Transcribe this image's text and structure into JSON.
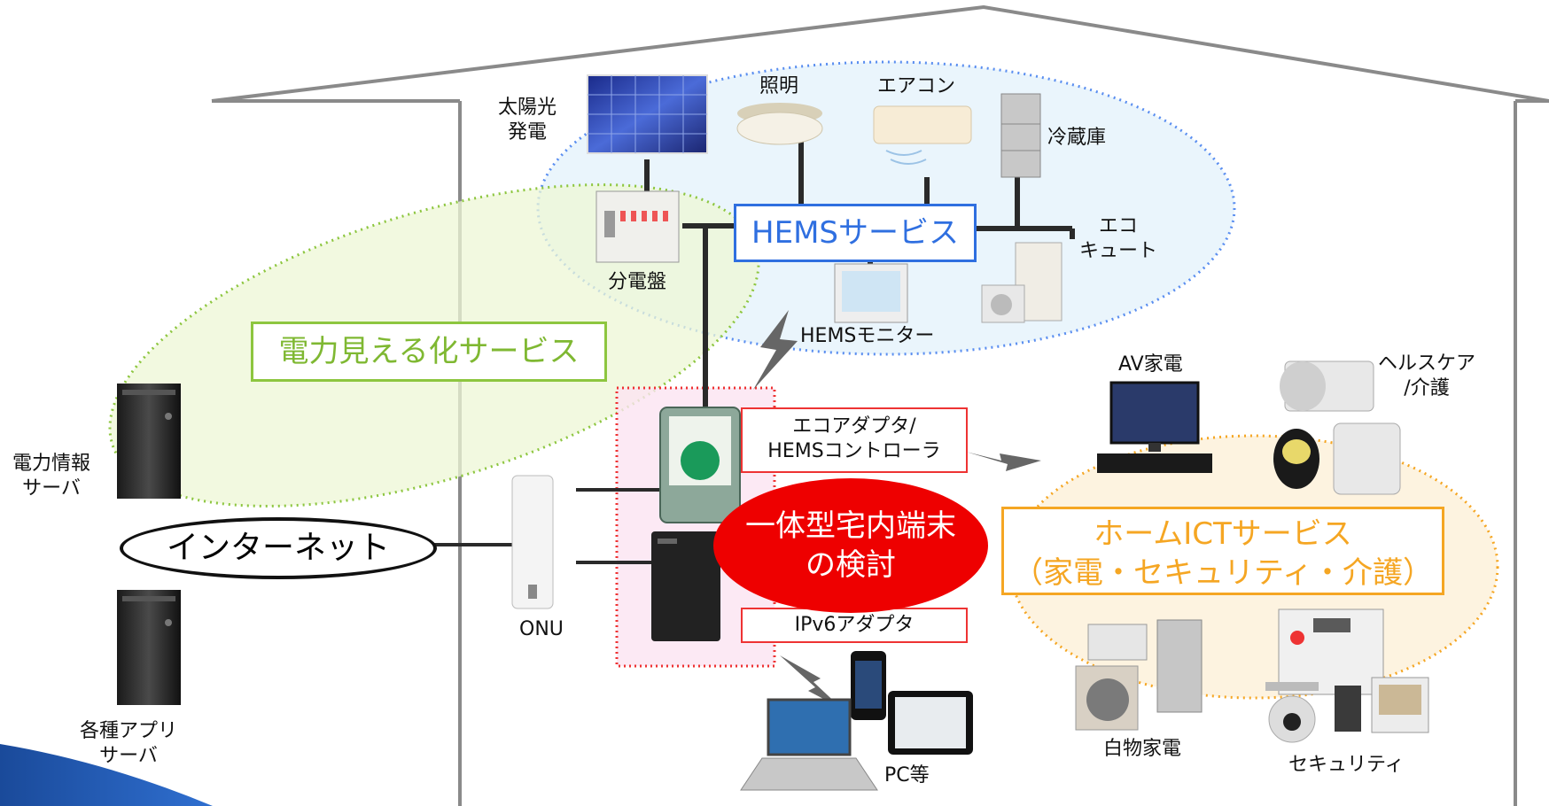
{
  "labels": {
    "solar": "太陽光\n発電",
    "lighting": "照明",
    "aircon": "エアコン",
    "fridge": "冷蔵庫",
    "ecocute": "エコ\nキュート",
    "panel": "分電盤",
    "hems_monitor": "HEMSモニター",
    "av": "AV家電",
    "healthcare": "ヘルスケア\n/介護",
    "power_server": "電力情報\nサーバ",
    "app_server": "各種アプリ\nサーバ",
    "onu": "ONU",
    "pc": "PC等",
    "white_goods": "白物家電",
    "security": "セキュリティ"
  },
  "boxes": {
    "hems_service": "HEMSサービス",
    "visualization": "電力見える化サービス",
    "home_ict_1": "ホームICTサービス",
    "home_ict_2": "（家電・セキュリティ・介護）",
    "eco_adapter_1": "エコアダプタ/",
    "eco_adapter_2": "HEMSコントローラ",
    "ipv6": "IPv6アダプタ",
    "internet": "インターネット",
    "integrated_1": "一体型宅内端末",
    "integrated_2": "の検討"
  },
  "colors": {
    "hems_blue": "#2f6fe0",
    "visual_green": "#8dc63f",
    "ict_orange": "#f5a623",
    "red": "#ee0000",
    "house_gray": "#8a8a8a"
  }
}
